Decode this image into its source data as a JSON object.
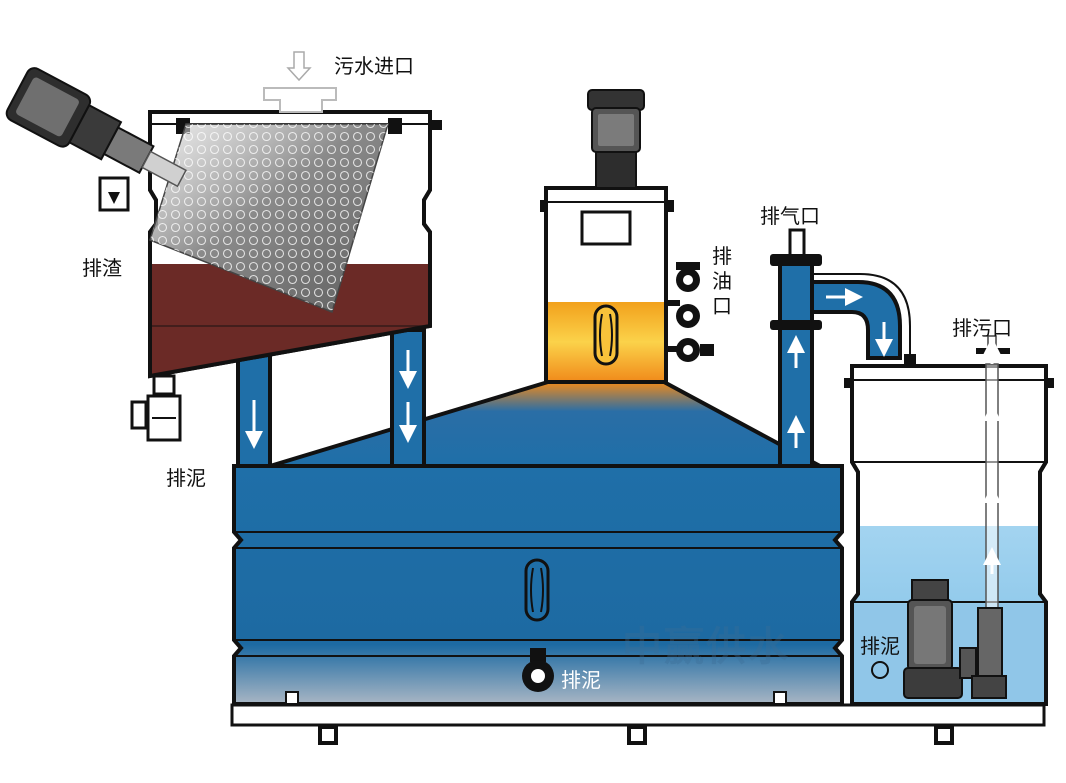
{
  "labels": {
    "sewage_inlet": "污水进口",
    "slag_discharge": "排渣",
    "sludge_left": "排泥",
    "oil_discharge": "排油口",
    "vent": "排气口",
    "sewage_discharge": "排污口",
    "sludge_center": "排泥",
    "sludge_right": "排泥"
  },
  "watermark": "中赢供水",
  "colors": {
    "outline": "#111111",
    "tank_blue": "#1f6fa8",
    "tank_blue_dark": "#15507d",
    "sludge_brown": "#6b2a26",
    "oil_orange": "#f4a41c",
    "oil_yellow": "#fbd24a",
    "light_water": "#8cc8ea",
    "screen_gray": "#6e6e6e"
  }
}
